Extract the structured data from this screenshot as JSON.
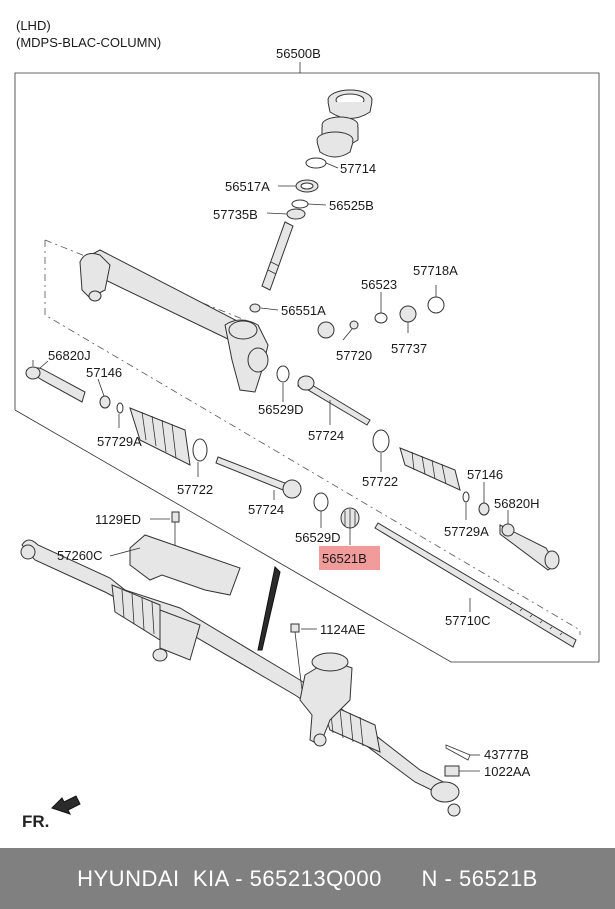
{
  "header": {
    "line1": "(LHD)",
    "line2": "(MDPS-BLAC-COLUMN)"
  },
  "assembly_label": "56500B",
  "labels": {
    "p57714": "57714",
    "p56517A": "56517A",
    "p57735B": "57735B",
    "p56525B": "56525B",
    "p57718A": "57718A",
    "p56523": "56523",
    "p56551A": "56551A",
    "p57720": "57720",
    "p57737": "57737",
    "p56820J": "56820J",
    "p57146_left": "57146",
    "p57729A_left": "57729A",
    "p56529D_upper": "56529D",
    "p57724_upper": "57724",
    "p57722_left": "57722",
    "p57722_right": "57722",
    "p57724_lower": "57724",
    "p57146_right": "57146",
    "p56820H": "56820H",
    "p57729A_right": "57729A",
    "p56529D_lower": "56529D",
    "p56521B": "56521B",
    "p1129ED": "1129ED",
    "p57260C": "57260C",
    "p57710C": "57710C",
    "p1124AE": "1124AE",
    "p43777B": "43777B",
    "p1022AA": "1022AA"
  },
  "front_label": "FR.",
  "highlight_color": "#f08a8a",
  "footer_text": "HYUNDAI  KIA - 565213Q000      N - 56521B"
}
